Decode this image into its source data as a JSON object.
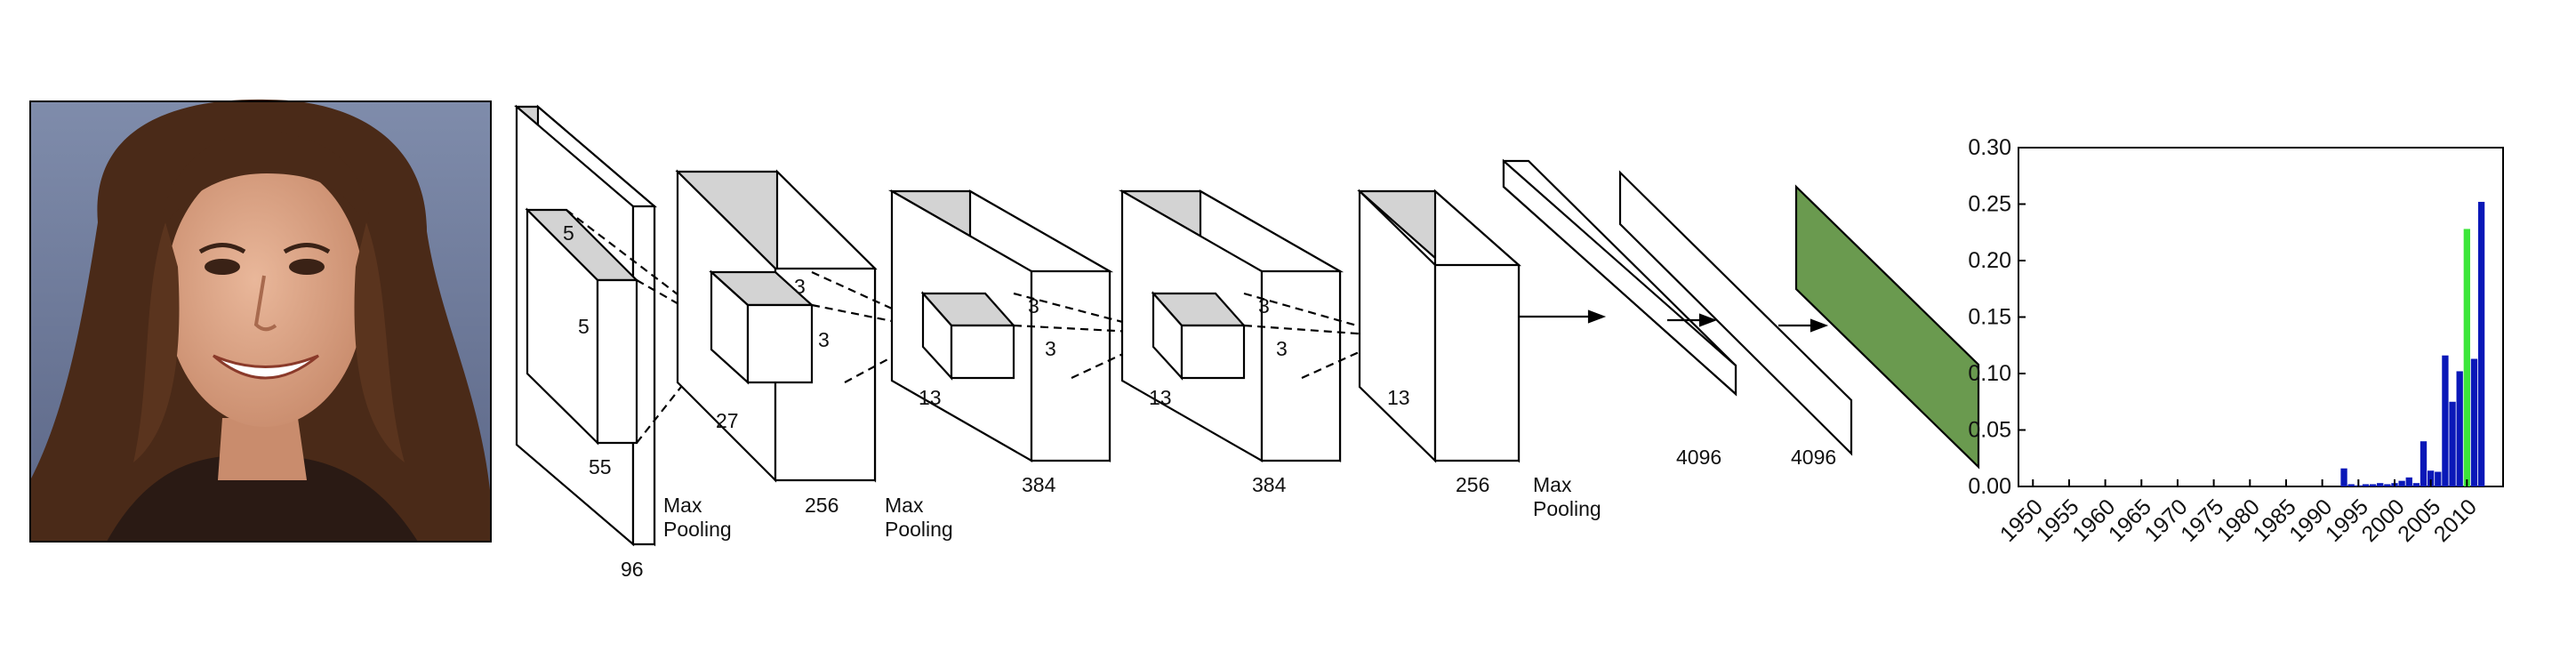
{
  "colors": {
    "box_front": "#ffffff",
    "box_top": "#d3d3d3",
    "outline": "#000000",
    "output_layer": "#6a9a4f",
    "bar_default": "#0a18b8",
    "bar_highlight": "#3ce63a"
  },
  "photo": {
    "description_icon": "portrait-photo"
  },
  "network": {
    "conv1": {
      "kernel_w": "5",
      "kernel_h": "5",
      "size": "55",
      "depth": "96"
    },
    "pool1": {
      "line1": "Max",
      "line2": "Pooling"
    },
    "conv2": {
      "kernel_w": "3",
      "kernel_h": "3",
      "size": "27",
      "depth": "256"
    },
    "pool2": {
      "line1": "Max",
      "line2": "Pooling"
    },
    "conv3": {
      "kernel_w": "3",
      "kernel_h": "3",
      "size": "13",
      "depth": "384"
    },
    "conv4": {
      "kernel_w": "3",
      "kernel_h": "3",
      "size": "13",
      "depth": "384"
    },
    "conv5": {
      "size": "13",
      "depth": "256"
    },
    "pool5": {
      "line1": "Max",
      "line2": "Pooling"
    },
    "fc6": {
      "units": "4096"
    },
    "fc7": {
      "units": "4096"
    }
  },
  "chart_data": {
    "type": "bar",
    "title": "",
    "xlabel": "",
    "ylabel": "",
    "xlim": [
      1948,
      2015
    ],
    "ylim": [
      0,
      0.3
    ],
    "x_ticks": [
      1950,
      1955,
      1960,
      1965,
      1970,
      1975,
      1980,
      1985,
      1990,
      1995,
      2000,
      2005,
      2010
    ],
    "y_ticks": [
      "0.00",
      "0.05",
      "0.10",
      "0.15",
      "0.20",
      "0.25",
      "0.30"
    ],
    "grid": false,
    "highlight_year": 2010,
    "x": [
      1993,
      1994,
      1995,
      1996,
      1997,
      1998,
      1999,
      2000,
      2001,
      2002,
      2003,
      2004,
      2005,
      2006,
      2007,
      2008,
      2009,
      2010,
      2011,
      2012
    ],
    "values": [
      0.016,
      0.002,
      0.001,
      0.002,
      0.002,
      0.003,
      0.002,
      0.003,
      0.005,
      0.008,
      0.003,
      0.04,
      0.014,
      0.013,
      0.116,
      0.075,
      0.102,
      0.228,
      0.113,
      0.252
    ]
  }
}
